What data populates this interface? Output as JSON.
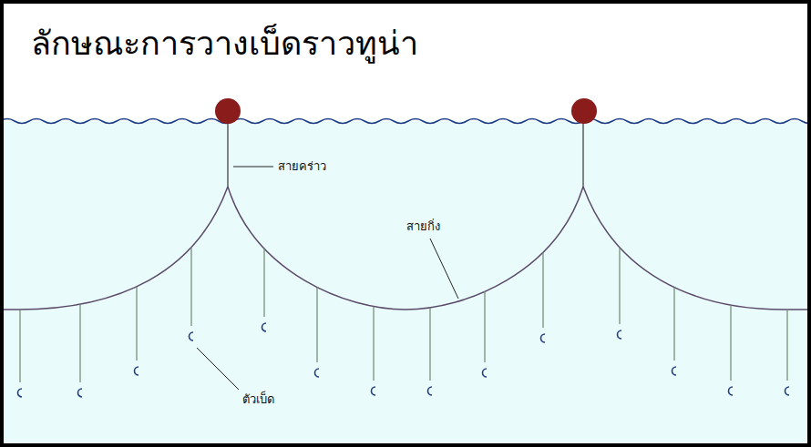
{
  "diagram": {
    "title": "ลักษณะการวางเบ็ดราวทูน่า",
    "labels": [
      "สายคร่าว",
      "สายกิ่ง",
      "ตัวเบ็ด"
    ]
  }
}
